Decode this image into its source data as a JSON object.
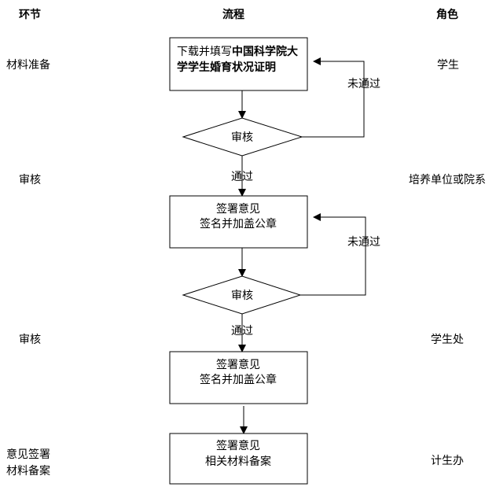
{
  "headers": {
    "stage": "环节",
    "process": "流程",
    "role": "角色"
  },
  "stages": {
    "s1": "材料准备",
    "s2": "审核",
    "s3": "审核",
    "s4_line1": "意见签署",
    "s4_line2": "材料备案"
  },
  "roles": {
    "r1": "学生",
    "r2": "培养单位或院系",
    "r3": "学生处",
    "r4": "计生办"
  },
  "box1": {
    "prefix": "下载并填写",
    "bold1": "中国科学院大",
    "bold2": "学学生婚育状况证明"
  },
  "decision1": "审核",
  "decision2": "审核",
  "reject_label": "未通过",
  "pass_label": "通过",
  "box2": {
    "line1": "签署意见",
    "line2": "签名并加盖公章"
  },
  "box3": {
    "line1": "签署意见",
    "line2": "签名并加盖公章"
  },
  "box4": {
    "line1": "签署意见",
    "line2": "相关材料备案"
  }
}
